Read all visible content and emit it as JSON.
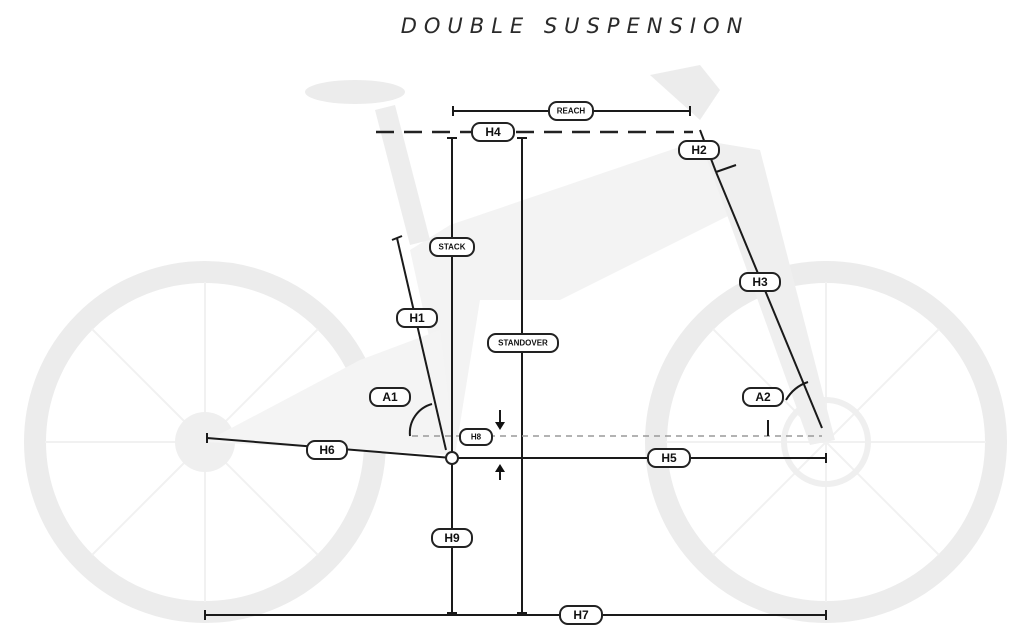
{
  "title": "DOUBLE SUSPENSION",
  "labels": {
    "reach": "REACH",
    "h4": "H4",
    "h2": "H2",
    "stack": "STACK",
    "h3": "H3",
    "h1": "H1",
    "standover": "STANDOVER",
    "a1": "A1",
    "a2": "A2",
    "h8": "H8",
    "h6": "H6",
    "h5": "H5",
    "h9": "H9",
    "h7": "H7"
  }
}
